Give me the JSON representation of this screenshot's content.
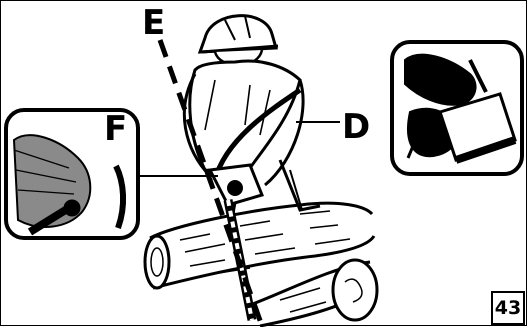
{
  "labels": {
    "e": "E",
    "d": "D",
    "f": "F"
  },
  "page_number": "43",
  "icons": {
    "inset_left": "gloved-hand-grip-icon",
    "inset_right": "hand-chain-brake-icon",
    "main": "chainsaw-operator-cutting-log"
  }
}
